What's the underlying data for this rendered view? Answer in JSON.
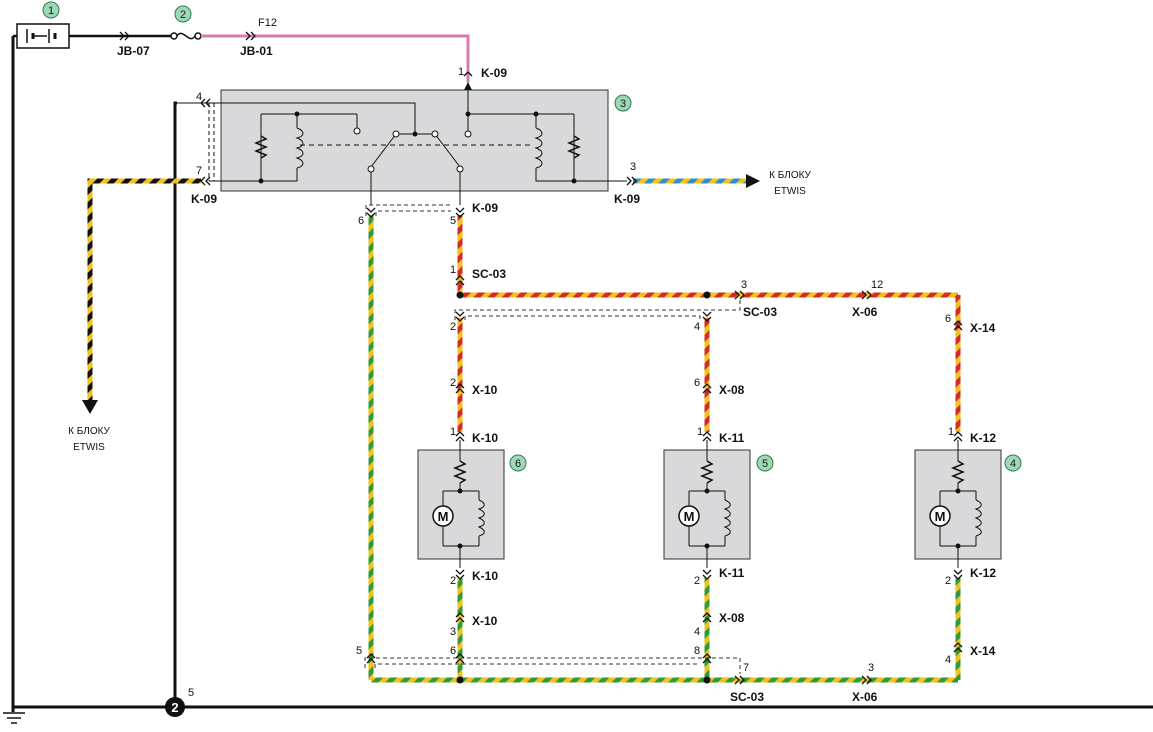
{
  "colors": {
    "badge_fill": "#9fd8b6",
    "badge_stroke": "#2f7a4e",
    "box_fill": "#d9d9dc",
    "pink": "#d77bb4",
    "red": "#d32a2a",
    "yellow": "#f2c21c",
    "green": "#2e9a3c",
    "blue": "#2c8ed6",
    "black": "#111111"
  },
  "badges": [
    "1",
    "2",
    "3",
    "4",
    "5",
    "6"
  ],
  "fuse_label": "F12",
  "connectors": {
    "jb07": "JB-07",
    "jb01": "JB-01",
    "k09_top": "K-09",
    "k09_left": "K-09",
    "k09_mid": "K-09",
    "k09_right": "K-09",
    "sc03_top": "SC-03",
    "sc03_mid": "SC-03",
    "x06_top": "X-06",
    "x14_top": "X-14",
    "x10_top": "X-10",
    "x08_top": "X-08",
    "k10_top": "K-10",
    "k11_top": "K-11",
    "k12_top": "K-12",
    "k10_bot": "K-10",
    "k11_bot": "K-11",
    "k12_bot": "K-12",
    "x10_bot": "X-10",
    "x08_bot": "X-08",
    "x14_bot": "X-14",
    "sc03_bot": "SC-03",
    "x06_bot": "X-06"
  },
  "pins": {
    "k09_1": "1",
    "k09_4": "4",
    "k09_7": "7",
    "k09_3": "3",
    "k09_6": "6",
    "k09_5": "5",
    "sc03_1": "1",
    "sc03_2": "2",
    "sc03_4": "4",
    "sc03_3": "3",
    "x06_12": "12",
    "x14_6": "6",
    "x10_2": "2",
    "x08_6": "6",
    "k10_1": "1",
    "k11_1": "1",
    "k12_1": "1",
    "k10_2": "2",
    "k11_2": "2",
    "k12_2": "2",
    "x10_3": "3",
    "x08_4": "4",
    "x14_4": "4",
    "sc03_5": "5",
    "sc03_6": "6",
    "sc03_8": "8",
    "sc03_7": "7",
    "x06_3": "3",
    "ground_5": "5"
  },
  "ground_point": "2",
  "motor_label": "M",
  "destinations": {
    "right_line1": "К БЛОКУ",
    "right_line2": "ETWIS",
    "left_line1": "К БЛОКУ",
    "left_line2": "ETWIS"
  }
}
